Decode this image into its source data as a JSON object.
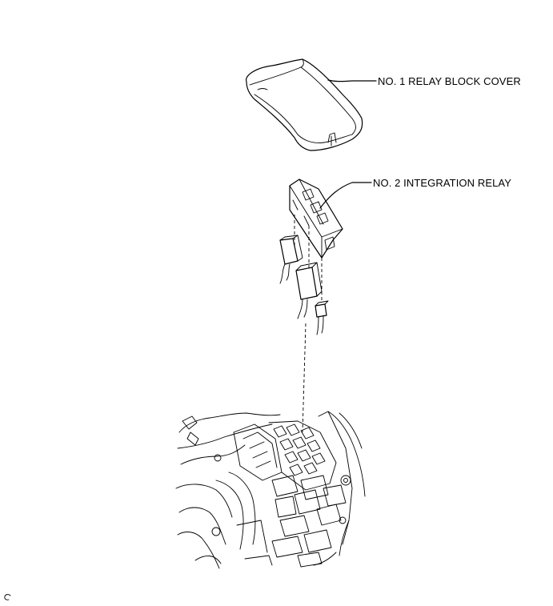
{
  "callouts": {
    "relay_block_cover": "NO. 1 RELAY BLOCK COVER",
    "integration_relay": "NO. 2 INTEGRATION RELAY"
  },
  "footer": {
    "code": "C"
  }
}
